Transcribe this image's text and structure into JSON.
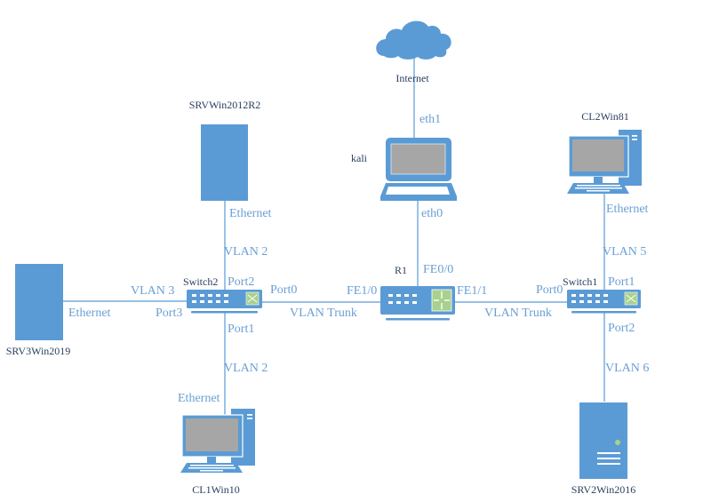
{
  "diagram": {
    "colors": {
      "device": "#5b9bd5",
      "screen": "#a6a6a6",
      "accent_green": "#a9d18e",
      "node_label": "#2a3f5e",
      "link_label": "#6a9fd4"
    },
    "nodes": {
      "internet": {
        "label": "Internet",
        "icon": "cloud-icon"
      },
      "kali": {
        "label": "kali",
        "icon": "laptop-icon"
      },
      "r1": {
        "label": "R1",
        "icon": "router-icon"
      },
      "switch1": {
        "label": "Switch1",
        "icon": "switch-icon"
      },
      "switch2": {
        "label": "Switch2",
        "icon": "switch-icon"
      },
      "srvwin2012r2": {
        "label": "SRVWin2012R2",
        "icon": "server-icon"
      },
      "srv3win2019": {
        "label": "SRV3Win2019",
        "icon": "server-icon"
      },
      "cl1win10": {
        "label": "CL1Win10",
        "icon": "desktop-pc-icon"
      },
      "cl2win81": {
        "label": "CL2Win81",
        "icon": "desktop-pc-icon"
      },
      "srv2win2016": {
        "label": "SRV2Win2016",
        "icon": "tower-server-icon"
      }
    },
    "links": {
      "internet_kali": {
        "kali_port": "eth1"
      },
      "kali_r1": {
        "kali_port": "eth0",
        "r1_port": "FE0/0"
      },
      "r1_switch2": {
        "r1_port": "FE1/0",
        "switch_port": "Port0",
        "label": "VLAN Trunk"
      },
      "r1_switch1": {
        "r1_port": "FE1/1",
        "switch_port": "Port0",
        "label": "VLAN Trunk"
      },
      "switch2_srvwin2012r2": {
        "switch_port": "Port2",
        "host_port": "Ethernet",
        "vlan": "VLAN 2"
      },
      "switch2_srv3win2019": {
        "switch_port": "Port3",
        "host_port": "Ethernet",
        "vlan": "VLAN 3"
      },
      "switch2_cl1win10": {
        "switch_port": "Port1",
        "host_port": "Ethernet",
        "vlan": "VLAN 2"
      },
      "switch1_cl2win81": {
        "switch_port": "Port1",
        "host_port": "Ethernet",
        "vlan": "VLAN 5"
      },
      "switch1_srv2win2016": {
        "switch_port": "Port2",
        "vlan": "VLAN 6"
      }
    }
  }
}
